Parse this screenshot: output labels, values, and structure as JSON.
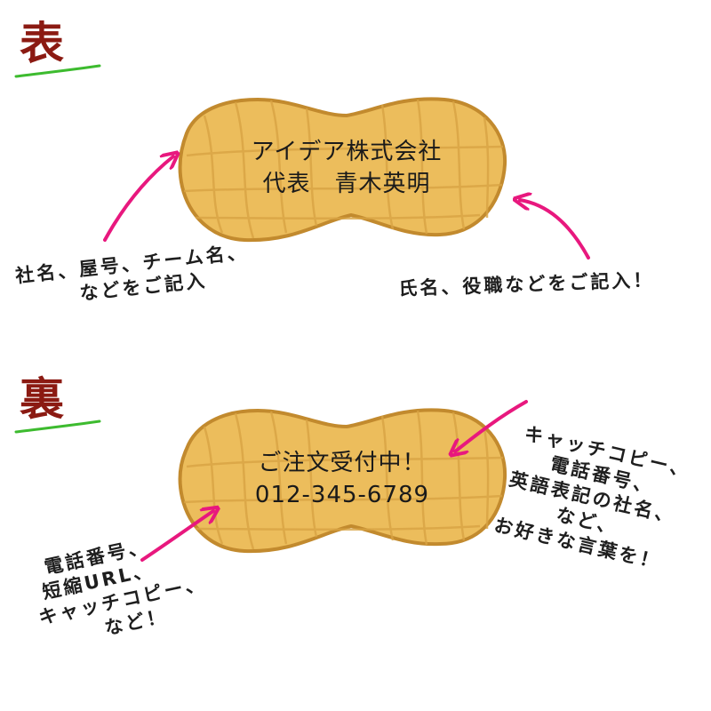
{
  "front": {
    "title": "表",
    "card_lines": [
      "アイデア株式会社",
      "代表　青木英明"
    ],
    "note_left": [
      "社名、屋号、チーム名、",
      "などをご記入"
    ],
    "note_right": "氏名、役職などをご記入！"
  },
  "back": {
    "title": "裏",
    "card_lines": [
      "ご注文受付中！",
      "012-345-6789"
    ],
    "note_left": [
      "電話番号、",
      "短縮URL、",
      "キャッチコピー、",
      "など！"
    ],
    "note_right": [
      "キャッチコピー、",
      "電話番号、",
      "英語表記の社名、",
      "など、",
      "お好きな言葉を！"
    ]
  },
  "colors": {
    "title": "#8b1a12",
    "underline": "#3dbb2f",
    "arrow": "#e8187e",
    "peanut_fill": "#ecbd5c",
    "peanut_outline": "#c28a2e",
    "peanut_texture": "#d9a444"
  }
}
